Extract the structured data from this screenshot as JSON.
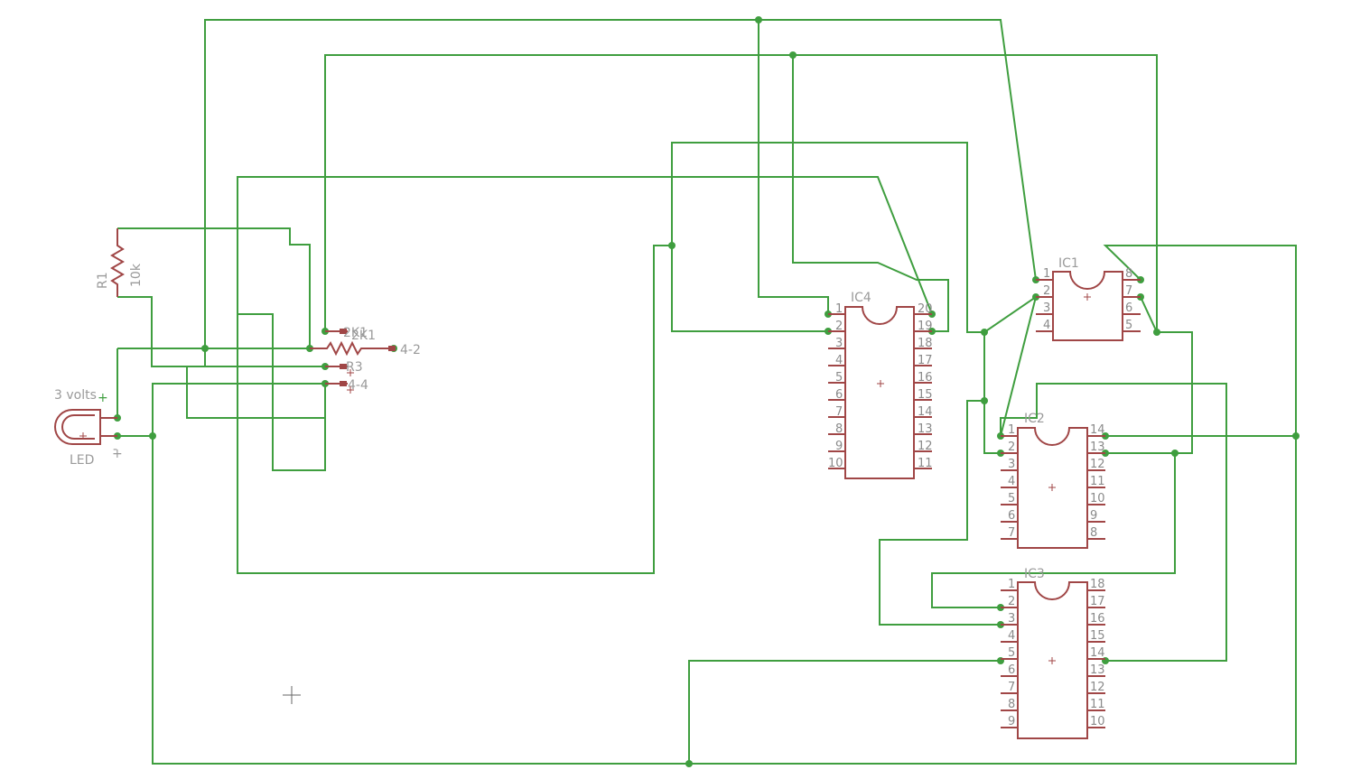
{
  "colors": {
    "wire": "#3f9e3f",
    "component": "#a04646",
    "label": "#9a9a9a",
    "background": "#ffffff"
  },
  "components": {
    "r1": {
      "name": "R1",
      "value": "10k"
    },
    "led": {
      "name": "LED",
      "supply": "3 volts",
      "plus": "+",
      "minus": "-"
    },
    "rnet": {
      "label_a": "2K1",
      "label_b": "R3",
      "label_c": "4-4",
      "label_d": "4-2"
    },
    "ic1": {
      "name": "IC1",
      "left_pins": [
        "1",
        "2",
        "3",
        "4"
      ],
      "right_pins": [
        "8",
        "7",
        "6",
        "5"
      ]
    },
    "ic2": {
      "name": "IC2",
      "left_pins": [
        "1",
        "2",
        "3",
        "4",
        "5",
        "6",
        "7"
      ],
      "right_pins": [
        "14",
        "13",
        "12",
        "11",
        "10",
        "9",
        "8"
      ]
    },
    "ic3": {
      "name": "IC3",
      "left_pins": [
        "1",
        "2",
        "3",
        "4",
        "5",
        "6",
        "7",
        "8",
        "9"
      ],
      "right_pins": [
        "18",
        "17",
        "16",
        "15",
        "14",
        "13",
        "12",
        "11",
        "10"
      ]
    },
    "ic4": {
      "name": "IC4",
      "left_pins": [
        "1",
        "2",
        "3",
        "4",
        "5",
        "6",
        "7",
        "8",
        "9",
        "10"
      ],
      "right_pins": [
        "20",
        "19",
        "18",
        "17",
        "16",
        "15",
        "14",
        "13",
        "12",
        "11"
      ]
    }
  }
}
